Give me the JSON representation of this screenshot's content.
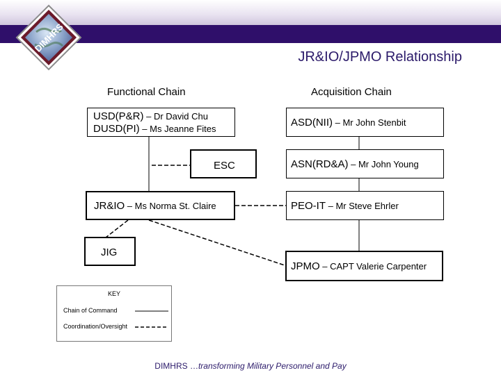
{
  "header": {
    "logo_text": "DIMHRS",
    "title": "JR&IO/JPMO Relationship"
  },
  "chains": {
    "functional": "Functional Chain",
    "acquisition": "Acquisition Chain"
  },
  "nodes": {
    "usd_pr": {
      "org": "USD(P&R)",
      "person": " – Dr David Chu"
    },
    "dusd_pi": {
      "org": "DUSD(PI)",
      "person": " – Ms Jeanne Fites"
    },
    "esc": {
      "org": "ESC"
    },
    "jrio": {
      "org": "JR&IO",
      "person": " – Ms Norma St. Claire"
    },
    "jig": {
      "org": "JIG"
    },
    "asd_nii": {
      "org": "ASD(NII)",
      "person": " – Mr John Stenbit"
    },
    "asn_rda": {
      "org": "ASN(RD&A)",
      "person": " – Mr John Young"
    },
    "peo_it": {
      "org": "PEO-IT",
      "person": " – Mr Steve Ehrler"
    },
    "jpmo": {
      "org": "JPMO",
      "person": " – CAPT Valerie Carpenter"
    }
  },
  "key": {
    "title": "KEY",
    "solid": "Chain of Command",
    "dashed": "Coordination/Oversight"
  },
  "footer": {
    "prefix": "DIMHRS …",
    "tagline": "transforming Military Personnel and Pay"
  },
  "colors": {
    "band": "#2f0f6a",
    "title": "#2b1a6a",
    "logo_text": "#ffffff"
  }
}
